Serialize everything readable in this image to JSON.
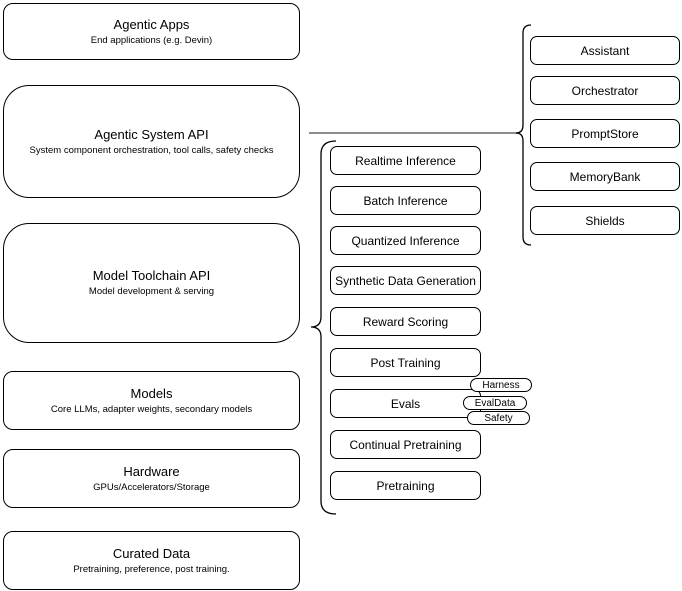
{
  "stack": [
    {
      "title": "Agentic Apps",
      "subtitle": "End applications (e.g. Devin)"
    },
    {
      "title": "Agentic System API",
      "subtitle": "System component orchestration, tool calls, safety checks"
    },
    {
      "title": "Model Toolchain API",
      "subtitle": "Model development & serving"
    },
    {
      "title": "Models",
      "subtitle": "Core LLMs, adapter weights, secondary models"
    },
    {
      "title": "Hardware",
      "subtitle": "GPUs/Accelerators/Storage"
    },
    {
      "title": "Curated Data",
      "subtitle": "Pretraining, preference, post training."
    }
  ],
  "toolchain_items": [
    "Realtime Inference",
    "Batch Inference",
    "Quantized Inference",
    "Synthetic Data Generation",
    "Reward Scoring",
    "Post Training",
    "Evals",
    "Continual Pretraining",
    "Pretraining"
  ],
  "evals_tags": [
    "Harness",
    "EvalData",
    "Safety"
  ],
  "system_components": [
    "Assistant",
    "Orchestrator",
    "PromptStore",
    "MemoryBank",
    "Shields"
  ],
  "colors": {
    "shape_stroke": "#000000",
    "background": "#ffffff",
    "connector_line": "#666666"
  }
}
